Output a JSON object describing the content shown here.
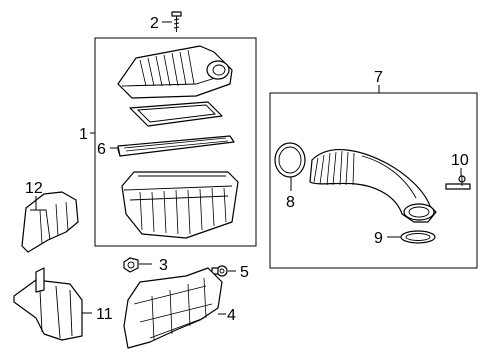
{
  "diagram": {
    "callouts": {
      "c1": "1",
      "c2": "2",
      "c3": "3",
      "c4": "4",
      "c5": "5",
      "c6": "6",
      "c7": "7",
      "c8": "8",
      "c9": "9",
      "c10": "10",
      "c11": "11",
      "c12": "12"
    },
    "parts": [
      {
        "callout": "1",
        "icon": "air-cleaner-assembly"
      },
      {
        "callout": "2",
        "icon": "bolt"
      },
      {
        "callout": "3",
        "icon": "nut"
      },
      {
        "callout": "4",
        "icon": "mounting-bracket"
      },
      {
        "callout": "5",
        "icon": "screw-clip"
      },
      {
        "callout": "6",
        "icon": "air-filter-element"
      },
      {
        "callout": "7",
        "icon": "air-intake-duct-assembly"
      },
      {
        "callout": "8",
        "icon": "hose-clamp"
      },
      {
        "callout": "9",
        "icon": "hose-clamp"
      },
      {
        "callout": "10",
        "icon": "bolt"
      },
      {
        "callout": "11",
        "icon": "bracket"
      },
      {
        "callout": "12",
        "icon": "resonator-duct"
      }
    ],
    "colors": {
      "line": "#000000",
      "background": "#ffffff"
    }
  }
}
